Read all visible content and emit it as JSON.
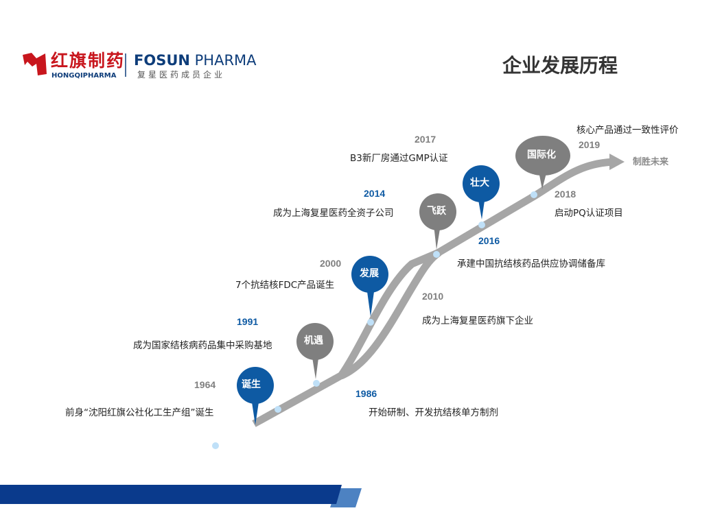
{
  "logo": {
    "cn": "红旗制药",
    "en": "HONGQIPHARMA",
    "fosun": "FOSUN",
    "pharma": "PHARMA",
    "sub": "复星医药成员企业"
  },
  "title": "企业发展历程",
  "end_label": "制胜未来",
  "milestones": [
    {
      "year": "1964",
      "desc": "前身“沈阳红旗公社化工生产组”诞生",
      "bubble": "诞生"
    },
    {
      "year": "1986",
      "desc": "开始研制、开发抗结核单方制剂",
      "bubble": "机遇"
    },
    {
      "year": "1991",
      "desc": "成为国家结核病药品集中采购基地"
    },
    {
      "year": "2000",
      "desc": "7个抗结核FDC产品诞生",
      "bubble": "发展"
    },
    {
      "year": "2010",
      "desc": "成为上海复星医药旗下企业"
    },
    {
      "year": "2014",
      "desc": "成为上海复星医药全资子公司",
      "bubble": "飞跃"
    },
    {
      "year": "2016",
      "desc": "承建中国抗结核药品供应协调储备库",
      "bubble": "壮大"
    },
    {
      "year": "2017",
      "desc": "B3新厂房通过GMP认证"
    },
    {
      "year": "2018",
      "desc": "启动PQ认证项目",
      "bubble": "国际化"
    },
    {
      "year": "2019",
      "desc": "核心产品通过一致性评价"
    }
  ],
  "colors": {
    "blue": "#0e5aa3",
    "gray": "#7f7f7f",
    "track": "#a6a6a6",
    "dot": "#bfe0f8"
  }
}
